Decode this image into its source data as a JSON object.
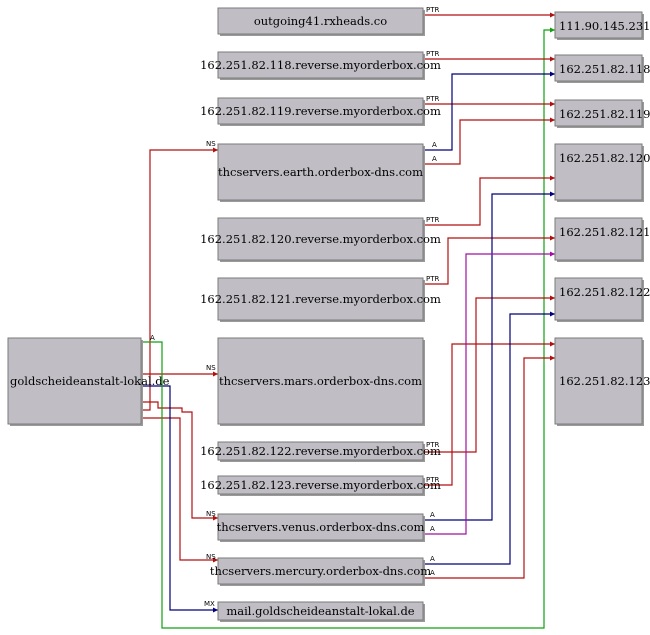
{
  "nodes": {
    "gold": "goldscheideanstalt-lokal.de",
    "rx": "outgoing41.rxheads.co",
    "r118": "162.251.82.118.reverse.myorderbox.com",
    "r119": "162.251.82.119.reverse.myorderbox.com",
    "earth": "thcservers.earth.orderbox-dns.com",
    "r120": "162.251.82.120.reverse.myorderbox.com",
    "r121": "162.251.82.121.reverse.myorderbox.com",
    "mars": "thcservers.mars.orderbox-dns.com",
    "r122": "162.251.82.122.reverse.myorderbox.com",
    "r123": "162.251.82.123.reverse.myorderbox.com",
    "venus": "thcservers.venus.orderbox-dns.com",
    "mercury": "thcservers.mercury.orderbox-dns.com",
    "mail": "mail.goldscheideanstalt-lokal.de",
    "ip231": "111.90.145.231",
    "ip118": "162.251.82.118",
    "ip119": "162.251.82.119",
    "ip120": "162.251.82.120",
    "ip121": "162.251.82.121",
    "ip122": "162.251.82.122",
    "ip123": "162.251.82.123"
  },
  "edge_labels": {
    "ns": "NS",
    "mx": "MX",
    "a": "A",
    "ptr": "PTR"
  },
  "colors": {
    "ns": "#b01010",
    "mx": "#00007a",
    "a_blue": "#00007a",
    "a_red": "#b01010",
    "a_green": "#10a010",
    "a_magenta": "#a010a0",
    "a_orange": "#d08000",
    "ptr": "#b01010"
  },
  "edges": [
    {
      "from": "gold",
      "to": "earth",
      "label": "ns",
      "color": "ns"
    },
    {
      "from": "gold",
      "to": "mars",
      "label": "ns",
      "color": "ns"
    },
    {
      "from": "gold",
      "to": "venus",
      "label": "ns",
      "color": "ns"
    },
    {
      "from": "gold",
      "to": "mercury",
      "label": "ns",
      "color": "ns"
    },
    {
      "from": "gold",
      "to": "mail",
      "label": "mx",
      "color": "mx"
    },
    {
      "from": "gold",
      "to": "ip231",
      "label": "a",
      "color": "a_green"
    },
    {
      "from": "rx",
      "to": "ip231",
      "label": "ptr",
      "color": "ptr"
    },
    {
      "from": "r118",
      "to": "ip118",
      "label": "ptr",
      "color": "ptr"
    },
    {
      "from": "r119",
      "to": "ip119",
      "label": "ptr",
      "color": "ptr"
    },
    {
      "from": "earth",
      "to": "ip118",
      "label": "a",
      "color": "a_blue"
    },
    {
      "from": "earth",
      "to": "ip119",
      "label": "a",
      "color": "a_red"
    },
    {
      "from": "r120",
      "to": "ip120",
      "label": "ptr",
      "color": "ptr"
    },
    {
      "from": "r121",
      "to": "ip121",
      "label": "ptr",
      "color": "ptr"
    },
    {
      "from": "mars",
      "to": "ip120",
      "label": "a",
      "color": "a_blue"
    },
    {
      "from": "mars",
      "to": "ip121",
      "label": "a",
      "color": "a_magenta"
    },
    {
      "from": "mars",
      "to": "ip122",
      "label": "a",
      "color": "a_orange"
    },
    {
      "from": "r122",
      "to": "ip122",
      "label": "ptr",
      "color": "ptr"
    },
    {
      "from": "r123",
      "to": "ip123",
      "label": "ptr",
      "color": "ptr"
    },
    {
      "from": "venus",
      "to": "ip120",
      "label": "a",
      "color": "a_blue"
    },
    {
      "from": "venus",
      "to": "ip121",
      "label": "a",
      "color": "a_magenta"
    },
    {
      "from": "mercury",
      "to": "ip122",
      "label": "a",
      "color": "a_blue"
    },
    {
      "from": "mercury",
      "to": "ip123",
      "label": "a",
      "color": "a_red"
    }
  ]
}
